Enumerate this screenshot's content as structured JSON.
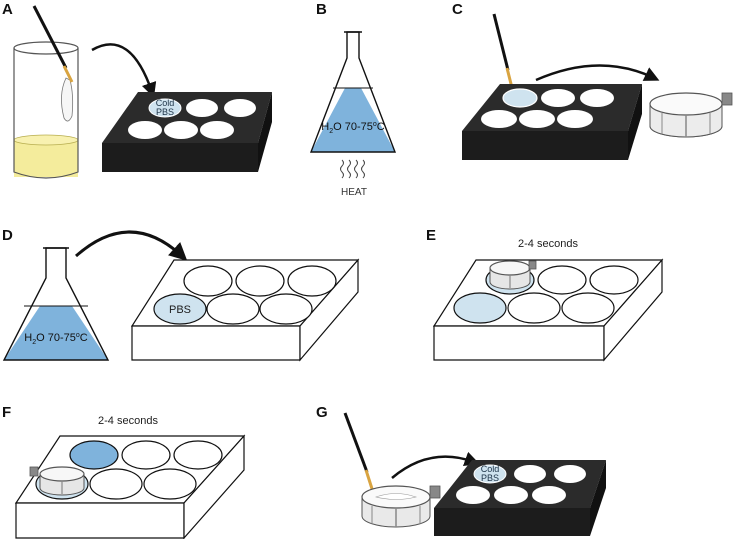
{
  "panels": {
    "a": {
      "letter": "A",
      "well_label_line1": "Cold",
      "well_label_line2": "PBS"
    },
    "b": {
      "letter": "B",
      "flask_h": "H",
      "flask_sub": "2",
      "flask_rest": "O 70-75",
      "flask_deg": "o",
      "flask_unit": "C",
      "heat_label": "HEAT"
    },
    "c": {
      "letter": "C"
    },
    "d": {
      "letter": "D",
      "flask_h": "H",
      "flask_sub": "2",
      "flask_rest": "O 70-75",
      "flask_deg": "o",
      "flask_unit": "C",
      "well_label": "PBS"
    },
    "e": {
      "letter": "E",
      "time_label": "2-4 seconds"
    },
    "f": {
      "letter": "F",
      "time_label": "2-4 seconds"
    },
    "g": {
      "letter": "G",
      "well_label_line1": "Cold",
      "well_label_line2": "PBS"
    }
  },
  "colors": {
    "dark_plate": "#2b2b2b",
    "dark_plate_side": "#1c1c1c",
    "water_blue": "#7fb3dc",
    "pale_blue": "#cfe3ef",
    "yellow_medium": "#f4ec9c",
    "pipette_tip": "#d9a441",
    "outline": "#111111"
  }
}
